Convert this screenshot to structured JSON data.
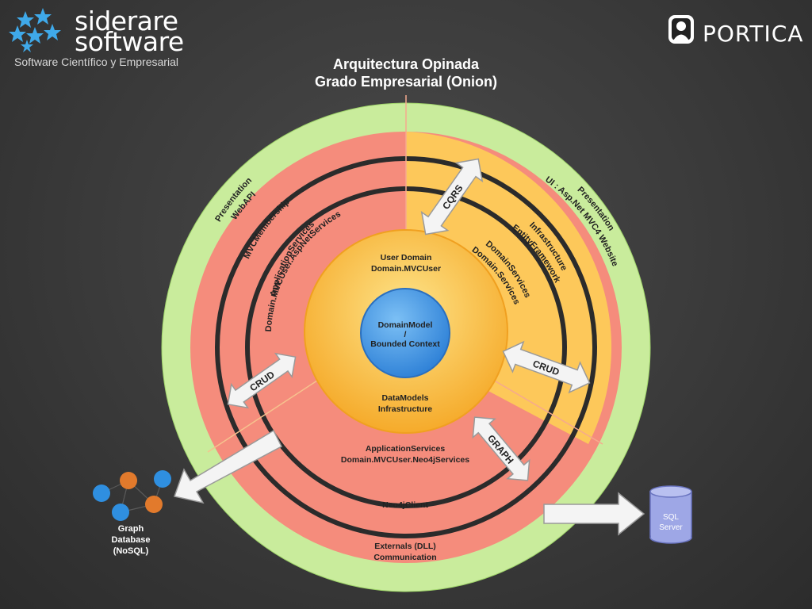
{
  "logo_left": {
    "line1": "siderare",
    "line2": "software",
    "tagline": "Software Científico y Empresarial",
    "icon": "star-cluster-icon"
  },
  "logo_right": {
    "word": "PORTICA",
    "icon": "portrait-badge-icon"
  },
  "title": {
    "line1": "Arquitectura Opinada",
    "line2": "Grado Empresarial (Onion)"
  },
  "rings": {
    "presentation_left": [
      "Presentation",
      "WebAPI"
    ],
    "presentation_right": [
      "Presentation",
      "UI : Asp.Net MVC4 Website"
    ],
    "membership": "MVCMembership",
    "app_services_left": [
      "ApplicationServices",
      "Domain.MVCUser.AspNetServices"
    ],
    "infrastructure": [
      "Infrastructure",
      "EntityFramework"
    ],
    "domain_services": [
      "DomainServices",
      "Domain.Services"
    ],
    "user_domain": [
      "User Domain",
      "Domain.MVCUser"
    ],
    "domain_model": [
      "DomainModel",
      "/",
      "Bounded Context"
    ],
    "data_models": [
      "DataModels",
      "Infrastructure"
    ],
    "app_services_bottom": [
      "ApplicationServices",
      "Domain.MVCUser.Neo4jServices"
    ],
    "neo4j": "Neo4jClient",
    "externals": [
      "Externals (DLL)",
      "Communication"
    ]
  },
  "arrows": {
    "cqrs": "CQRS",
    "crud_left": "CRUD",
    "crud_right": "CRUD",
    "graph": "GRAPH"
  },
  "graph_db": {
    "lines": [
      "Graph",
      "Database",
      "(NoSQL)"
    ],
    "icon": "graph-network-icon"
  },
  "sql_server": {
    "lines": [
      "SQL",
      "Server"
    ],
    "icon": "database-cylinder-icon"
  },
  "colors": {
    "outer_green": "#c9ec9c",
    "red_ring": "#f58c7c",
    "yellow_ring": "#fdc85a",
    "core_yellow": "#f9b93a",
    "center_blue": "#3f96e6",
    "arrow_fill": "#f4f4f4",
    "node_blue": "#2f8fe0",
    "node_orange": "#e27a2c",
    "db_blue": "#9ea7e6"
  }
}
